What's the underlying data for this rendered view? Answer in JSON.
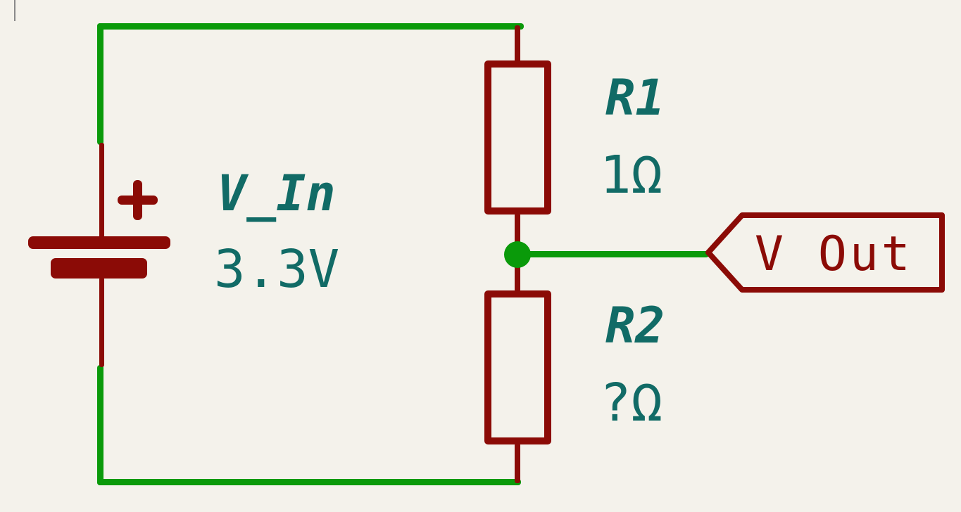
{
  "colors": {
    "background": "#F4F2EB",
    "wire": "#0A9A0A",
    "device": "#8B0B06",
    "field": "#116B66",
    "tick": "#8A8A8A"
  },
  "schematic": {
    "battery": {
      "reference": "V_In",
      "value": "3.3V"
    },
    "resistors": [
      {
        "reference": "R1",
        "value": "1Ω"
      },
      {
        "reference": "R2",
        "value": "?Ω"
      }
    ],
    "hierarchical_label": {
      "text": "V Out"
    }
  }
}
